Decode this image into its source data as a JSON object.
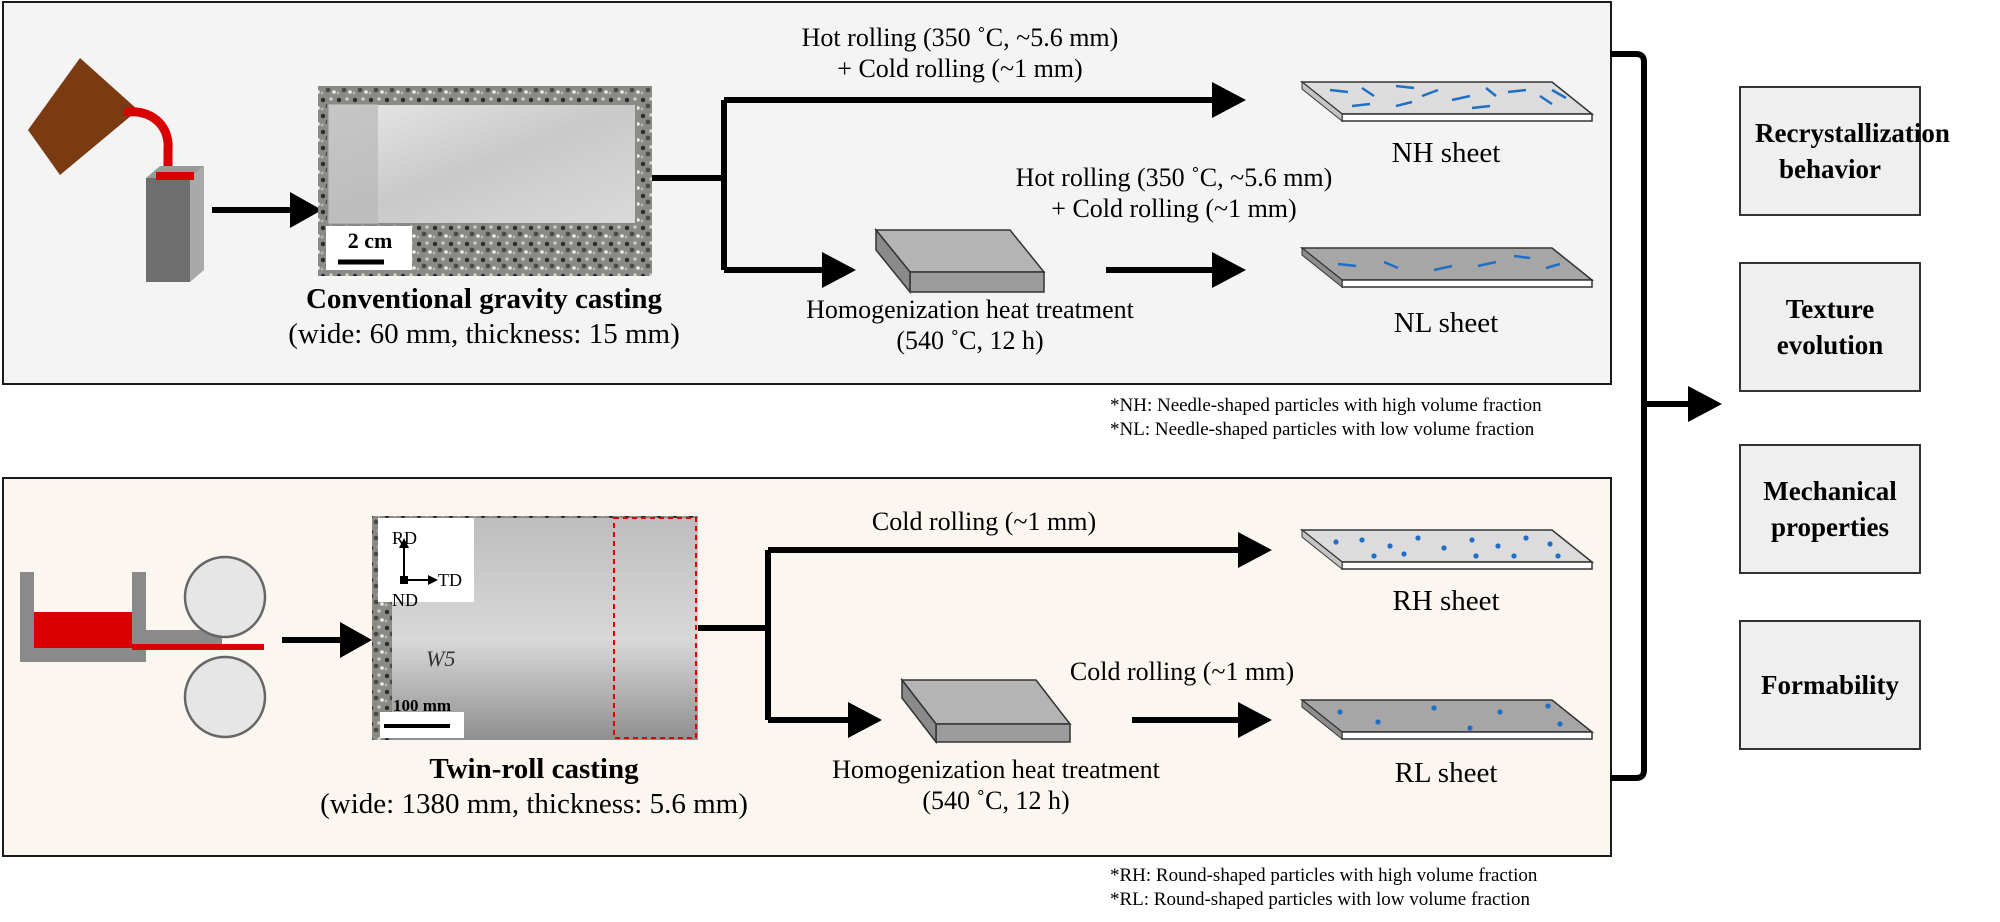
{
  "top": {
    "process1_line1": "Hot rolling (350 ˚C, ~5.6 mm)",
    "process1_line2": "+ Cold rolling (~1 mm)",
    "process2_line1": "Hot rolling (350 ˚C, ~5.6 mm)",
    "process2_line2": "+ Cold rolling (~1 mm)",
    "casting_title": "Conventional gravity casting",
    "casting_dims": "(wide: 60 mm, thickness: 15 mm)",
    "scale_label": "2 cm",
    "homog_line1": "Homogenization heat treatment",
    "homog_line2": "(540 ˚C, 12 h)",
    "sheet1": "NH sheet",
    "sheet2": "NL sheet",
    "notes": [
      "*NH: Needle-shaped particles with high volume fraction",
      "*NL: Needle-shaped particles with low volume fraction"
    ]
  },
  "bottom": {
    "process1": "Cold rolling (~1 mm)",
    "process2": "Cold rolling (~1 mm)",
    "casting_title": "Twin-roll casting",
    "casting_dims": "(wide: 1380 mm, thickness: 5.6 mm)",
    "scale_label": "100 mm",
    "axis_rd": "RD",
    "axis_td": "TD",
    "axis_nd": "ND",
    "sample_mark": "W5",
    "homog_line1": "Homogenization heat treatment",
    "homog_line2": "(540 ˚C, 12 h)",
    "sheet1": "RH sheet",
    "sheet2": "RL sheet",
    "notes": [
      "*RH: Round-shaped particles with high volume fraction",
      "*RL: Round-shaped particles with low volume fraction"
    ]
  },
  "outcomes": [
    "Recrystallization behavior",
    "Texture evolution",
    "Mechanical properties",
    "Formability"
  ],
  "colors": {
    "molten_metal": "#d80000",
    "ladle": "#7a3b12",
    "particles": "#1f6fc4",
    "sheet_light": "#dcdcdc",
    "sheet_dark": "#a6a6a6"
  }
}
